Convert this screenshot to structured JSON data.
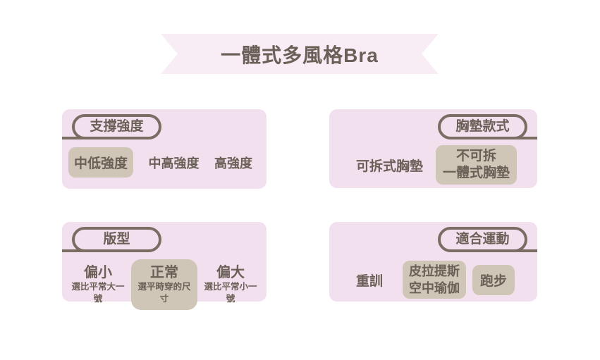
{
  "title": "一體式多風格Bra",
  "colors": {
    "page_bg": "#ffffff",
    "ribbon_bg": "#f8ecf5",
    "panel_bg": "#f3e0ee",
    "chip_bg": "#cfc6b7",
    "text": "#6b6057",
    "outline": "#7a6e64"
  },
  "panels": {
    "support": {
      "label": "支撐強度",
      "options": [
        {
          "label": "中低強度",
          "selected": true
        },
        {
          "label": "中高強度",
          "selected": false
        },
        {
          "label": "高強度",
          "selected": false
        }
      ]
    },
    "pad": {
      "label": "胸墊款式",
      "options": [
        {
          "label": "可拆式胸墊",
          "selected": false
        },
        {
          "lines": [
            "不可拆",
            "一體式胸墊"
          ],
          "selected": true
        }
      ]
    },
    "fit": {
      "label": "版型",
      "options": [
        {
          "label": "偏小",
          "sublabel": "選比平常大一號",
          "selected": false
        },
        {
          "label": "正常",
          "sublabel": "選平時穿的尺寸",
          "selected": true
        },
        {
          "label": "偏大",
          "sublabel": "選比平常小一號",
          "selected": false
        }
      ]
    },
    "sports": {
      "label": "適合運動",
      "options": [
        {
          "label": "重訓",
          "selected": false
        },
        {
          "lines": [
            "皮拉提斯",
            "空中瑜伽"
          ],
          "selected": true
        },
        {
          "label": "跑步",
          "selected": true
        }
      ]
    }
  }
}
